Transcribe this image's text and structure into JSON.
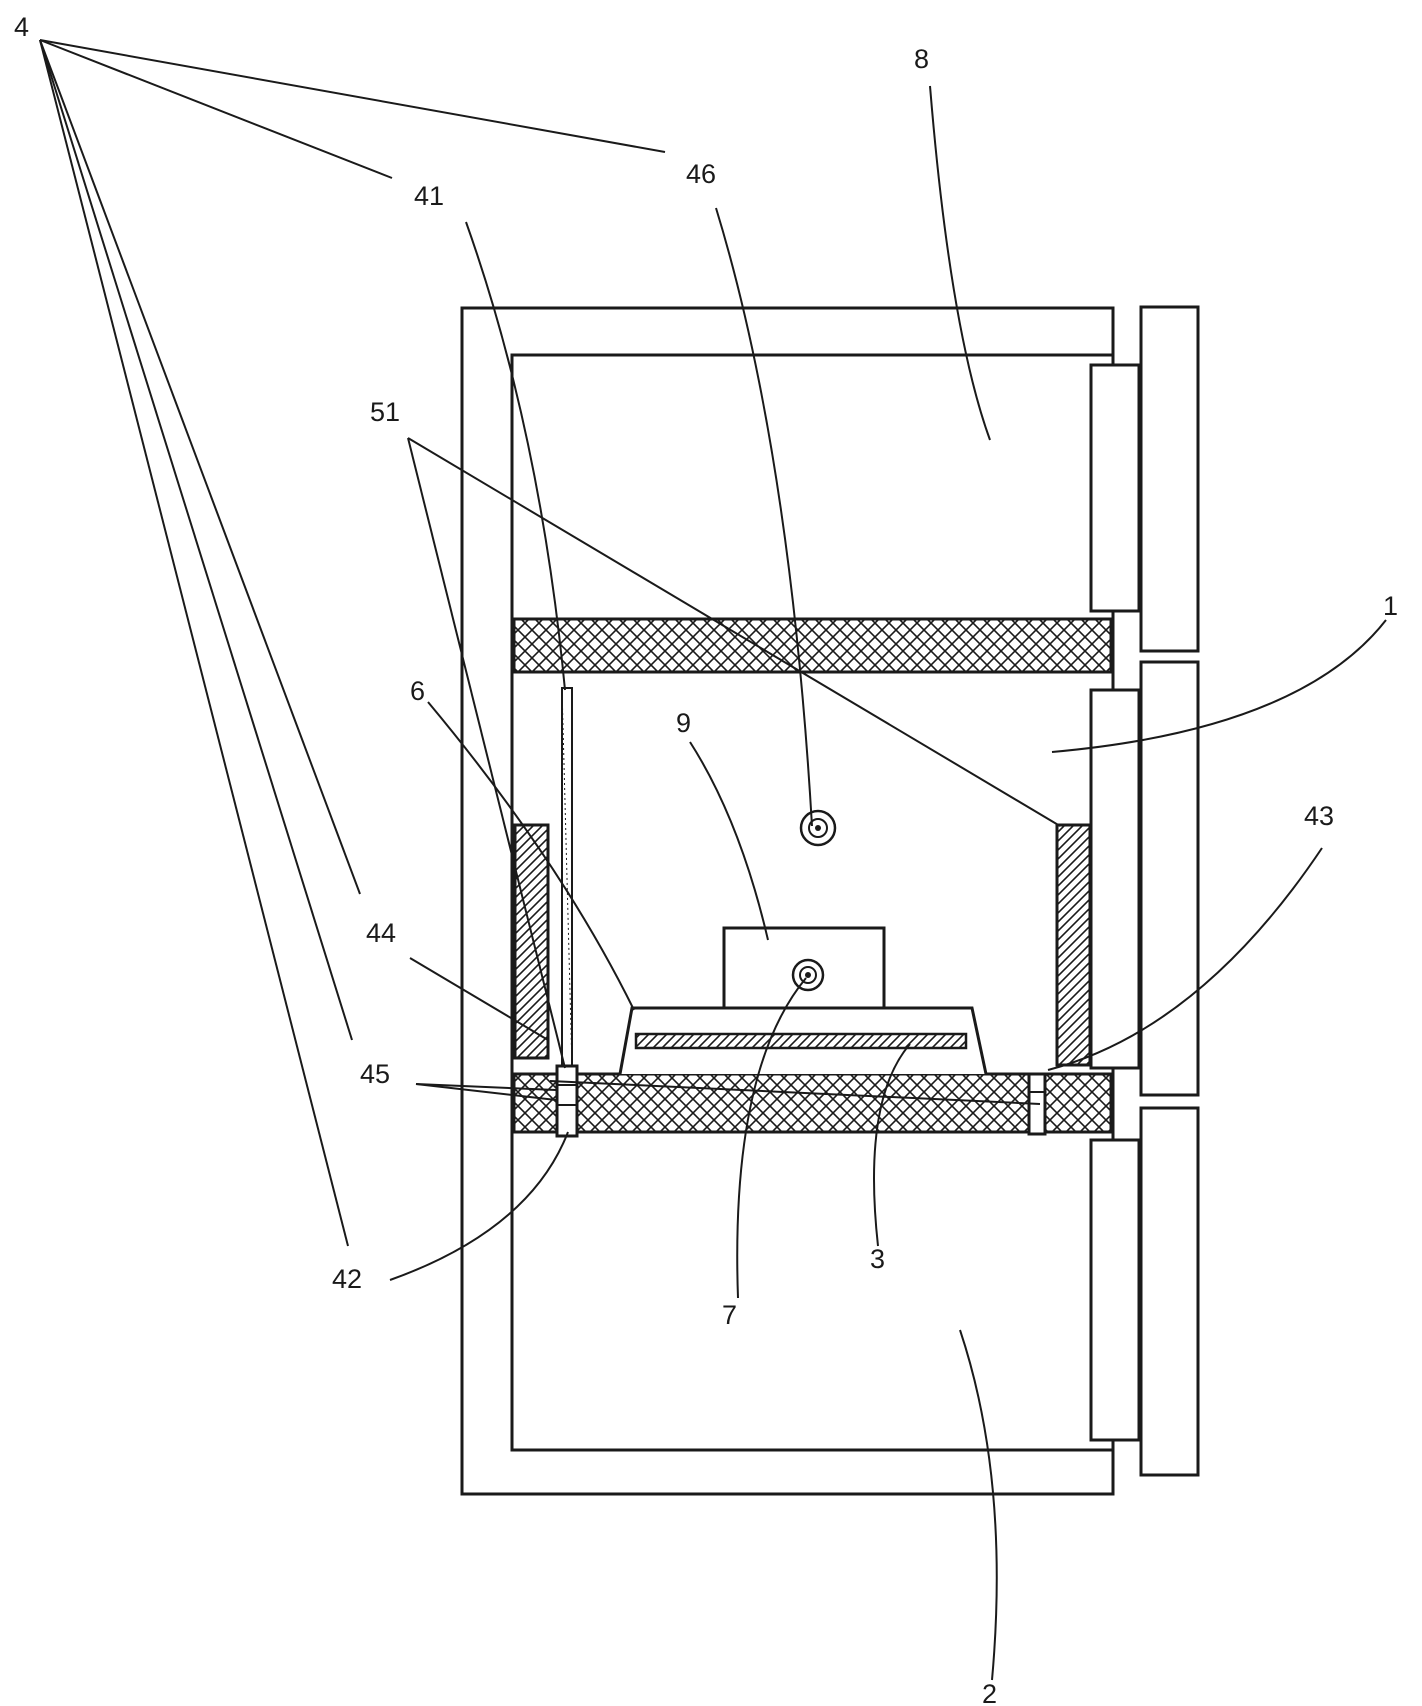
{
  "labels": {
    "l4": "4",
    "l41": "41",
    "l46": "46",
    "l8": "8",
    "l51": "51",
    "l1": "1",
    "l6": "6",
    "l9": "9",
    "l43": "43",
    "l44": "44",
    "l45": "45",
    "l42": "42",
    "l7": "7",
    "l3": "3",
    "l2": "2"
  },
  "colors": {
    "line": "#1a1a1a",
    "background": "#ffffff"
  }
}
